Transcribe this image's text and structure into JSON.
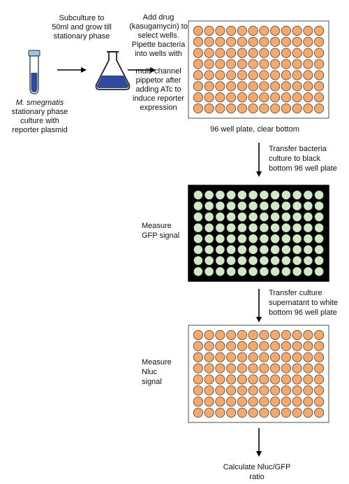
{
  "labels": {
    "tube_species": "M. smegmatis",
    "tube_desc": [
      "stationary phase",
      "culture with",
      "reporter plasmid"
    ],
    "subculture": [
      "Subculture to",
      "50ml and grow till",
      "stationary phase"
    ],
    "drug_step_1": [
      "Add drug",
      "(kasugamycin) to",
      "select wells.",
      "Pipette bacteria",
      "into wells with"
    ],
    "drug_step_2": [
      "multi-channel",
      "pippetor after",
      "adding ATc to",
      "induce reporter",
      "expression"
    ],
    "plate1_caption": "96 well plate, clear bottom",
    "transfer_black": [
      "Transfer bacteria",
      "culture to black",
      "bottom 96 well plate"
    ],
    "measure_gfp": [
      "Measure",
      "GFP signal"
    ],
    "transfer_white": [
      "Transfer culture",
      "supernatant to white",
      "bottom 96 well plate"
    ],
    "measure_nluc": [
      "Measure",
      "Nluc",
      "signal"
    ],
    "calculate": [
      "Calculate Nluc/GFP",
      "ratio"
    ]
  },
  "plates": [
    {
      "name": "plate-clear-bottom",
      "rows": 8,
      "cols": 12,
      "well_color": "#f5a96b",
      "well_stroke": "#444444",
      "bg": "#ffffff",
      "border": "#888888"
    },
    {
      "name": "plate-black-bottom",
      "rows": 8,
      "cols": 12,
      "well_color": "#cfe8c6",
      "well_stroke": "#111111",
      "bg": "#000000",
      "border": "#000000"
    },
    {
      "name": "plate-white-bottom",
      "rows": 8,
      "cols": 12,
      "well_color": "#f5a96b",
      "well_stroke": "#444444",
      "bg": "#ffffff",
      "border": "#888888"
    }
  ],
  "colors": {
    "tube_cap": "#9dc3e6",
    "tube_liquid": "#2e4a9a",
    "flask_liquid": "#2e4a9a",
    "arrow": "#000000"
  }
}
